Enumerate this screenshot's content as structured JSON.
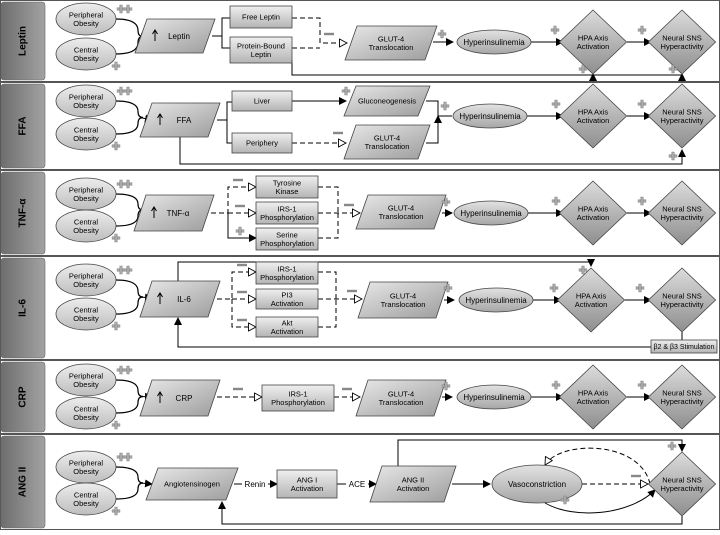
{
  "rows": {
    "leptin": {
      "label": "Leptin",
      "peripheral": "Peripheral Obesity",
      "central": "Central Obesity",
      "hormone": "Leptin",
      "free": "Free Leptin",
      "bound": "Protein-Bound Leptin",
      "glut4": "GLUT-4 Translocation",
      "hyper": "Hyperinsulinemia",
      "hpa": "HPA Axis Activation",
      "sns": "Neural SNS Hyperactivity"
    },
    "ffa": {
      "label": "FFA",
      "peripheral": "Peripheral Obesity",
      "central": "Central Obesity",
      "hormone": "FFA",
      "liver": "Liver",
      "periphery": "Periphery",
      "gluco": "Gluconeogenesis",
      "glut4": "GLUT-4 Translocation",
      "hyper": "Hyperinsulinemia",
      "hpa": "HPA Axis Activation",
      "sns": "Neural SNS Hyperactivity"
    },
    "tnf": {
      "label": "TNF-α",
      "peripheral": "Peripheral Obesity",
      "central": "Central Obesity",
      "hormone": "TNF-α",
      "tyrosine": "Tyrosine Kinase",
      "irs1": "IRS-1 Phosphorylation",
      "serine": "Serine Phosphorylation",
      "glut4": "GLUT-4 Translocation",
      "hyper": "Hyperinsulinemia",
      "hpa": "HPA Axis Activation",
      "sns": "Neural SNS Hyperactivity"
    },
    "il6": {
      "label": "IL-6",
      "peripheral": "Peripheral Obesity",
      "central": "Central Obesity",
      "hormone": "IL-6",
      "irs1": "IRS-1 Phosphorylation",
      "pi3": "PI3 Activation",
      "akt": "Akt Activation",
      "glut4": "GLUT-4 Translocation",
      "hyper": "Hyperinsulinemia",
      "hpa": "HPA Axis Activation",
      "sns": "Neural SNS Hyperactivity",
      "beta": "β2 & β3 Stimulation"
    },
    "crp": {
      "label": "CRP",
      "peripheral": "Peripheral Obesity",
      "central": "Central Obesity",
      "hormone": "CRP",
      "irs1": "IRS-1 Phosphorylation",
      "glut4": "GLUT-4 Translocation",
      "hyper": "Hyperinsulinemia",
      "hpa": "HPA Axis Activation",
      "sns": "Neural SNS Hyperactivity"
    },
    "ang": {
      "label": "ANG II",
      "peripheral": "Peripheral Obesity",
      "central": "Central Obesity",
      "hormone": "Angiotensinogen",
      "renin": "Renin",
      "ang1": "ANG I Activation",
      "ace": "ACE",
      "ang2": "ANG II Activation",
      "vaso": "Vasoconstriction",
      "sns": "Neural SNS Hyperactivity"
    }
  },
  "signs": {
    "plus": "+",
    "minus": "−"
  },
  "colors": {
    "label_bg": "#8a8a8a",
    "node_dark": "#9a9a9a",
    "node_mid": "#c4c4c4",
    "node_light": "#e4e4e4",
    "plus": "#a8a8a8",
    "line": "#000000"
  }
}
